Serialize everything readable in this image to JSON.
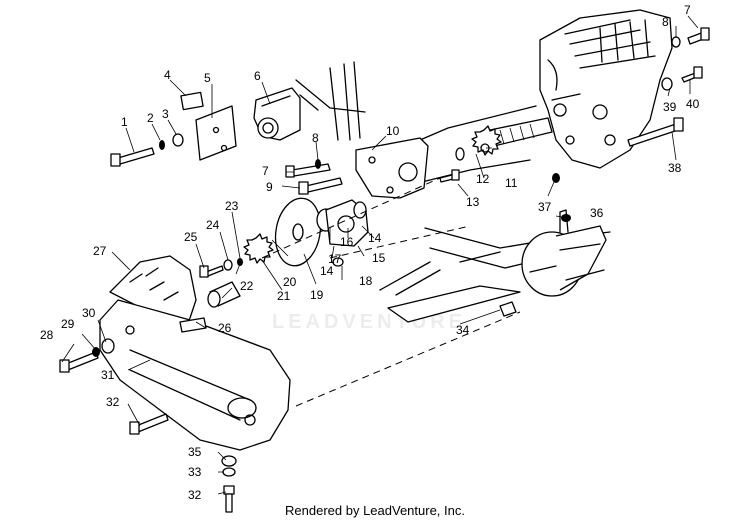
{
  "credit": "Rendered by LeadVenture, Inc.",
  "watermark": "LEADVENTURE",
  "callouts": {
    "c1": "1",
    "c2": "2",
    "c3": "3",
    "c4": "4",
    "c5": "5",
    "c6": "6",
    "c7a": "7",
    "c7b": "7",
    "c8a": "8",
    "c8b": "8",
    "c9": "9",
    "c10": "10",
    "c11": "11",
    "c12": "12",
    "c13": "13",
    "c14a": "14",
    "c14b": "14",
    "c15": "15",
    "c16": "16",
    "c17": "17",
    "c18": "18",
    "c19": "19",
    "c20": "20",
    "c21": "21",
    "c22": "22",
    "c23": "23",
    "c24": "24",
    "c25": "25",
    "c26": "26",
    "c27": "27",
    "c28": "28",
    "c29": "29",
    "c30": "30",
    "c31": "31",
    "c32a": "32",
    "c32b": "32",
    "c33": "33",
    "c34": "34",
    "c35": "35",
    "c36": "36",
    "c37": "37",
    "c38": "38",
    "c39": "39",
    "c40": "40"
  }
}
